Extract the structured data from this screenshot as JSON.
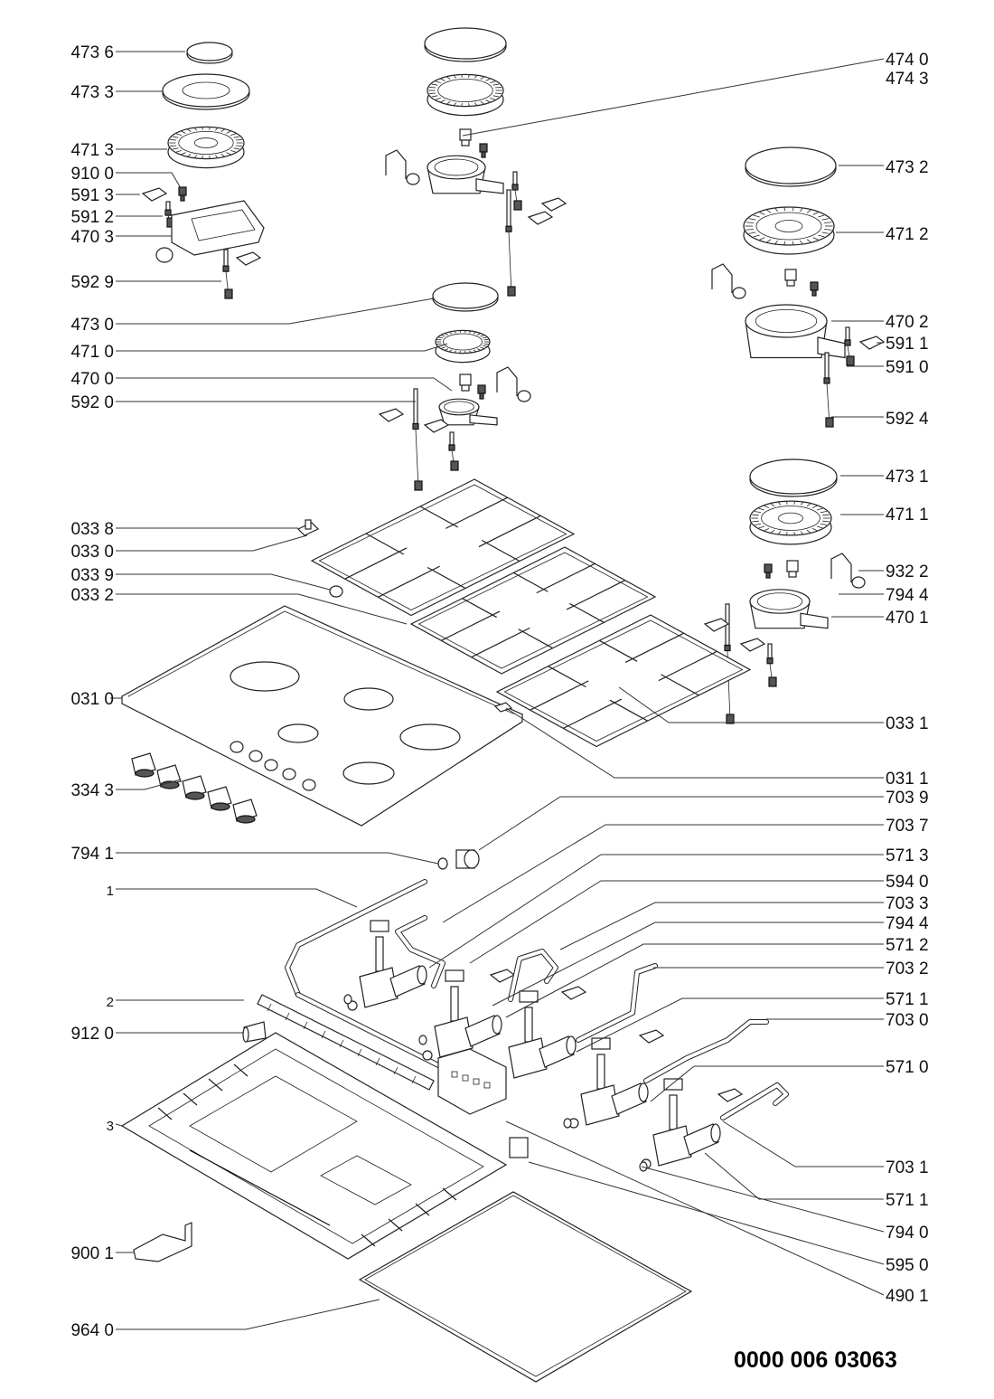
{
  "document_number": "0000 006 03063",
  "callouts_left": [
    {
      "id": "473-6",
      "label": "473 6"
    },
    {
      "id": "473-3",
      "label": "473 3"
    },
    {
      "id": "471-3",
      "label": "471 3"
    },
    {
      "id": "910-0",
      "label": "910 0"
    },
    {
      "id": "591-3",
      "label": "591 3"
    },
    {
      "id": "591-2",
      "label": "591 2"
    },
    {
      "id": "470-3",
      "label": "470 3"
    },
    {
      "id": "592-9",
      "label": "592 9"
    },
    {
      "id": "473-0",
      "label": "473 0"
    },
    {
      "id": "471-0",
      "label": "471 0"
    },
    {
      "id": "470-0",
      "label": "470 0"
    },
    {
      "id": "592-0",
      "label": "592 0"
    },
    {
      "id": "033-8",
      "label": "033 8"
    },
    {
      "id": "033-0",
      "label": "033 0"
    },
    {
      "id": "033-9",
      "label": "033 9"
    },
    {
      "id": "033-2",
      "label": "033 2"
    },
    {
      "id": "031-0",
      "label": "031 0"
    },
    {
      "id": "334-3",
      "label": "334 3"
    },
    {
      "id": "794-1",
      "label": "794 1"
    },
    {
      "id": "ref-1",
      "label": "1"
    },
    {
      "id": "ref-2",
      "label": "2"
    },
    {
      "id": "912-0",
      "label": "912 0"
    },
    {
      "id": "ref-3",
      "label": "3"
    },
    {
      "id": "900-1",
      "label": "900 1"
    },
    {
      "id": "964-0",
      "label": "964 0"
    }
  ],
  "callouts_right": [
    {
      "id": "474-0",
      "label": "474 0"
    },
    {
      "id": "474-3",
      "label": "474 3"
    },
    {
      "id": "473-2",
      "label": "473 2"
    },
    {
      "id": "471-2",
      "label": "471 2"
    },
    {
      "id": "470-2",
      "label": "470 2"
    },
    {
      "id": "591-1",
      "label": "591 1"
    },
    {
      "id": "591-0",
      "label": "591 0"
    },
    {
      "id": "592-4",
      "label": "592 4"
    },
    {
      "id": "473-1",
      "label": "473 1"
    },
    {
      "id": "471-1",
      "label": "471 1"
    },
    {
      "id": "932-2",
      "label": "932 2"
    },
    {
      "id": "794-4a",
      "label": "794 4"
    },
    {
      "id": "470-1",
      "label": "470 1"
    },
    {
      "id": "033-1",
      "label": "033 1"
    },
    {
      "id": "031-1",
      "label": "031 1"
    },
    {
      "id": "703-9",
      "label": "703 9"
    },
    {
      "id": "703-7",
      "label": "703 7"
    },
    {
      "id": "571-3",
      "label": "571 3"
    },
    {
      "id": "594-0",
      "label": "594 0"
    },
    {
      "id": "703-3",
      "label": "703 3"
    },
    {
      "id": "794-4b",
      "label": "794 4"
    },
    {
      "id": "571-2",
      "label": "571 2"
    },
    {
      "id": "703-2",
      "label": "703 2"
    },
    {
      "id": "571-1a",
      "label": "571 1"
    },
    {
      "id": "703-0",
      "label": "703 0"
    },
    {
      "id": "571-0",
      "label": "571 0"
    },
    {
      "id": "703-1",
      "label": "703 1"
    },
    {
      "id": "571-1b",
      "label": "571 1"
    },
    {
      "id": "794-0",
      "label": "794 0"
    },
    {
      "id": "595-0",
      "label": "595 0"
    },
    {
      "id": "490-1",
      "label": "490 1"
    }
  ]
}
